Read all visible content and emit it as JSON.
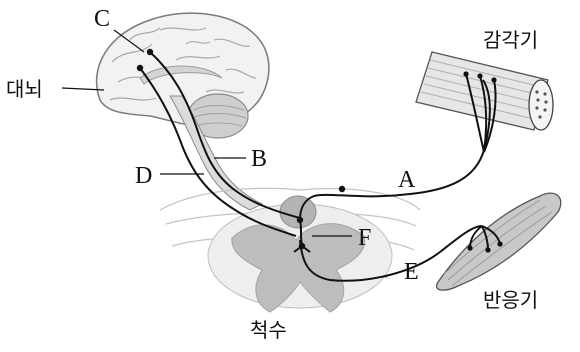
{
  "labels": {
    "A": "A",
    "B": "B",
    "C": "C",
    "D": "D",
    "E": "E",
    "F": "F",
    "brain": "대뇌",
    "receptor": "감각기",
    "effector": "반응기",
    "spinal_cord": "척수"
  }
}
